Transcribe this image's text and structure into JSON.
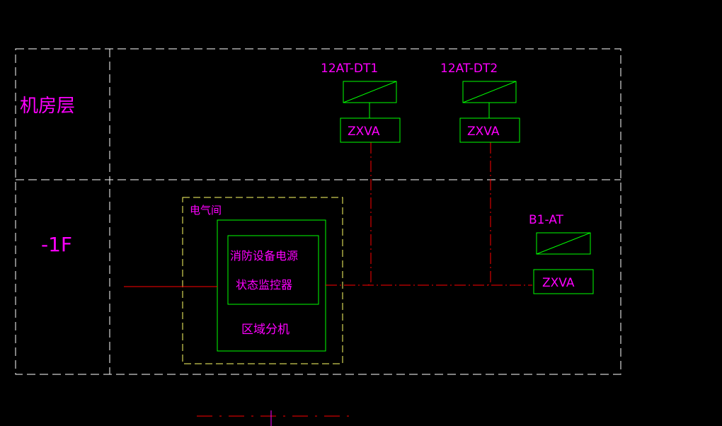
{
  "floors": {
    "machine_room": "机房层",
    "basement_1": "-1F"
  },
  "electrical_room": {
    "title": "电气间",
    "controller_line1": "消防设备电源",
    "controller_line2": "状态监控器",
    "zone_unit": "区域分机"
  },
  "devices": [
    {
      "name": "12AT-DT1",
      "module": "ZXVA"
    },
    {
      "name": "12AT-DT2",
      "module": "ZXVA"
    },
    {
      "name": "B1-AT",
      "module": "ZXVA"
    }
  ],
  "colors": {
    "background": "#000000",
    "frame": "#ffffff",
    "text": "#ff00ff",
    "device": "#00ff00",
    "bus": "#ff0000",
    "room_border": "#ffff66"
  }
}
